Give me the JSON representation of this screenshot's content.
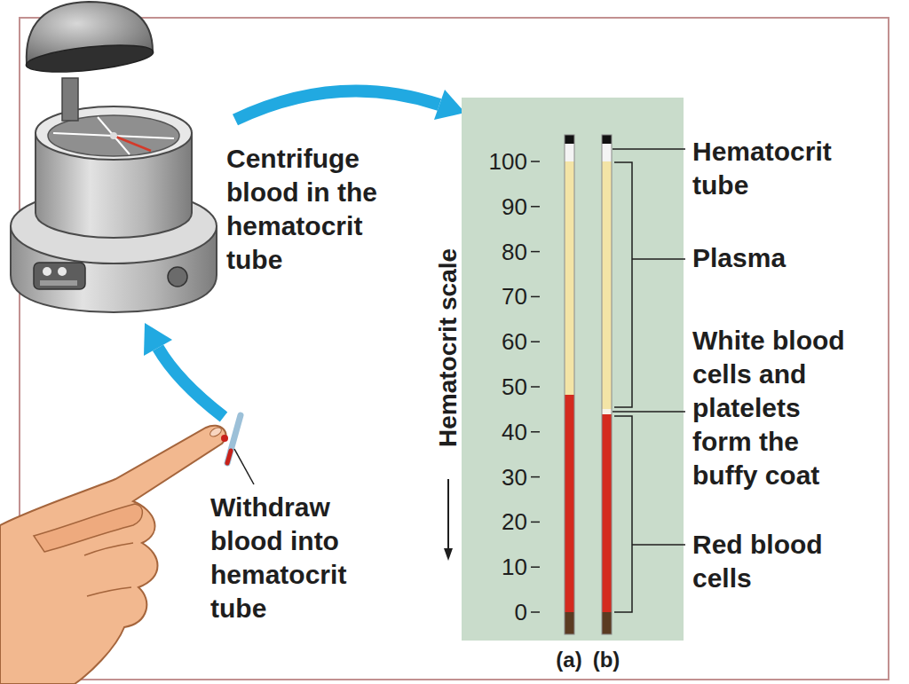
{
  "diagram": {
    "labels": [
      "Centrifuge blood in the hematocrit tube",
      "Withdraw blood into hematocrit tube",
      "Hematocrit scale",
      "100",
      "90",
      "80",
      "70",
      "60",
      "50",
      "40",
      "30",
      "20",
      "10",
      "0",
      "Hematocrit tube",
      "Plasma",
      "White blood cells and platelets form the buffy coat",
      "Red blood cells",
      "(a)",
      "(b)"
    ]
  }
}
